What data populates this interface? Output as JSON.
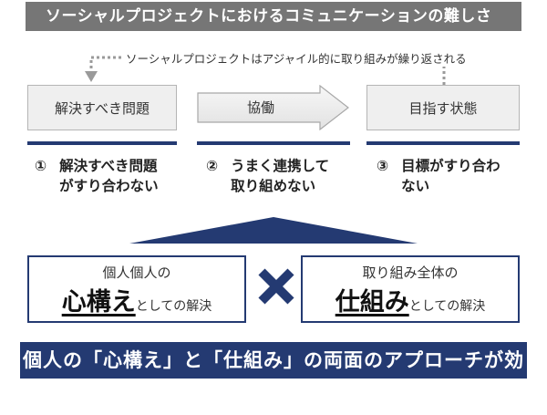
{
  "title": "ソーシャルプロジェクトにおけるコミュニケーションの難しさ",
  "loop_label": "ソーシャルプロジェクトはアジャイル的に取り組みが繰り返される",
  "steps": [
    {
      "label": "解決すべき問題"
    },
    {
      "label": "協働"
    },
    {
      "label": "目指す状態"
    }
  ],
  "issues": [
    {
      "num": "①",
      "line1": "解決すべき問題",
      "line2": "がすり合わない"
    },
    {
      "num": "②",
      "line1": "うまく連携して",
      "line2": "取り組めない"
    },
    {
      "num": "③",
      "line1": "目標がすり合わ",
      "line2": "ない"
    }
  ],
  "pillars": [
    {
      "line1": "個人個人の",
      "keyword": "心構え",
      "suffix": "としての解決"
    },
    {
      "line1": "取り組み全体の",
      "keyword": "仕組み",
      "suffix": "としての解決"
    }
  ],
  "conclusion": "個人の「心構え」と「仕組み」の両面のアプローチが効果的",
  "colors": {
    "navy": "#243a72",
    "banner_gray": "#767676",
    "box_fill": "#efefef"
  }
}
